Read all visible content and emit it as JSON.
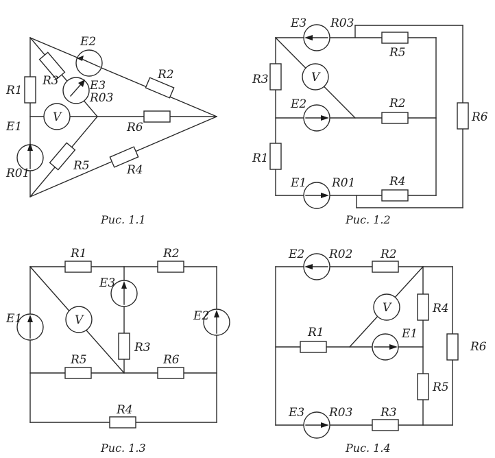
{
  "figures": [
    {
      "caption": "Рис. 1.1",
      "labels": {
        "R1": "R1",
        "R2": "R2",
        "R3": "R3",
        "R4": "R4",
        "R5": "R5",
        "R6": "R6",
        "E1": "E1",
        "E2": "E2",
        "E3": "E3",
        "R01": "R01",
        "R03": "R03",
        "V": "V"
      }
    },
    {
      "caption": "Рис. 1.2",
      "labels": {
        "R1": "R1",
        "R2": "R2",
        "R3": "R3",
        "R4": "R4",
        "R5": "R5",
        "R6": "R6",
        "E1": "E1",
        "E2": "E2",
        "E3": "E3",
        "R01": "R01",
        "R03": "R03",
        "V": "V"
      }
    },
    {
      "caption": "Рис. 1.3",
      "labels": {
        "R1": "R1",
        "R2": "R2",
        "R3": "R3",
        "R4": "R4",
        "R5": "R5",
        "R6": "R6",
        "E1": "E1",
        "E2": "E2",
        "E3": "E3",
        "V": "V"
      }
    },
    {
      "caption": "Рис. 1.4",
      "labels": {
        "R1": "R1",
        "R2": "R2",
        "R3": "R3",
        "R4": "R4",
        "R5": "R5",
        "R6": "R6",
        "E1": "E1",
        "E2": "E2",
        "E3": "E3",
        "R02": "R02",
        "R03": "R03",
        "V": "V"
      }
    }
  ],
  "colors": {
    "line": "#2a2a2a",
    "background": "#ffffff"
  }
}
